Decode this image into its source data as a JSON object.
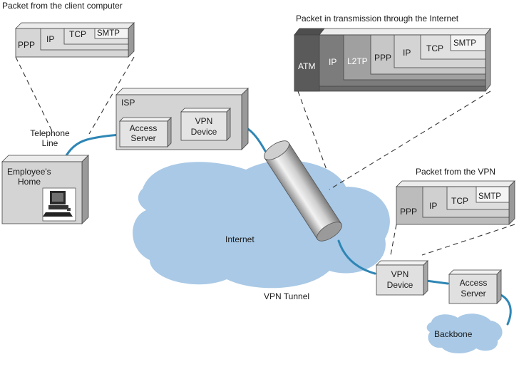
{
  "captions": {
    "client_packet": "Packet from the client computer",
    "internet_packet": "Packet in transmission through the Internet",
    "vpn_packet": "Packet from the VPN"
  },
  "client_packet_layers": [
    "PPP",
    "IP",
    "TCP",
    "SMTP"
  ],
  "internet_packet_layers": [
    "ATM",
    "IP",
    "L2TP",
    "PPP",
    "IP",
    "TCP",
    "SMTP"
  ],
  "vpn_packet_layers": [
    "PPP",
    "IP",
    "TCP",
    "SMTP"
  ],
  "labels": {
    "telephone_line_1": "Telephone",
    "telephone_line_2": "Line",
    "home_1": "Employee's",
    "home_2": "Home",
    "isp": "ISP",
    "access_server_1": "Access",
    "access_server_2": "Server",
    "vpn_device_1": "VPN",
    "vpn_device_2": "Device",
    "internet": "Internet",
    "vpn_tunnel": "VPN Tunnel",
    "remote_vpn_1": "VPN",
    "remote_vpn_2": "Device",
    "remote_access_1": "Access",
    "remote_access_2": "Server",
    "backbone": "Backbone"
  },
  "colors": {
    "cable": "#2e86b5",
    "cloud": "#a9c9e6",
    "box_front": "#d6d6d6",
    "box_top": "#ececec",
    "box_side": "#9a9a9a",
    "dark_layer": "#5a5a5a"
  }
}
